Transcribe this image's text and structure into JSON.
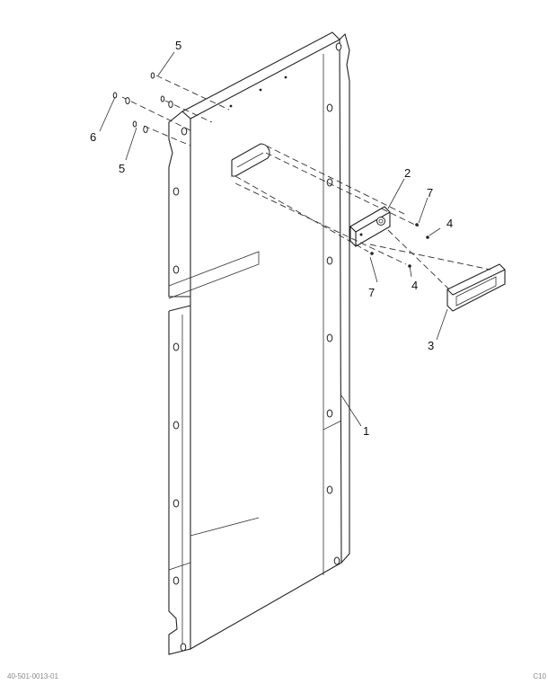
{
  "figure": {
    "callouts": [
      {
        "id": "callout-1",
        "label": "1"
      },
      {
        "id": "callout-2",
        "label": "2"
      },
      {
        "id": "callout-3",
        "label": "3"
      },
      {
        "id": "callout-4a",
        "label": "4"
      },
      {
        "id": "callout-4b",
        "label": "4"
      },
      {
        "id": "callout-5a",
        "label": "5"
      },
      {
        "id": "callout-5b",
        "label": "5"
      },
      {
        "id": "callout-6",
        "label": "6"
      },
      {
        "id": "callout-7a",
        "label": "7"
      },
      {
        "id": "callout-7b",
        "label": "7"
      }
    ]
  },
  "footer": {
    "doc_id": "40-501-0013-01",
    "sheet_code": "C10"
  }
}
